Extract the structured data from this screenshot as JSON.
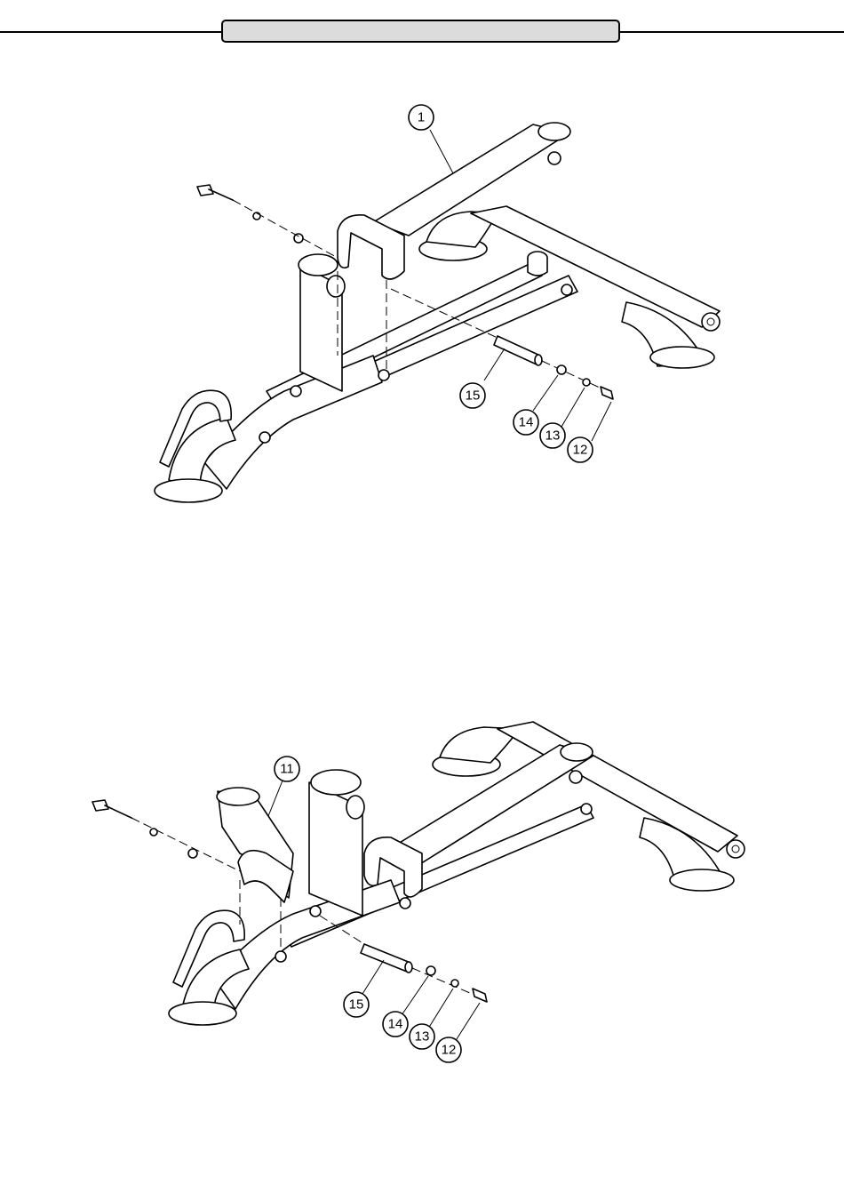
{
  "header": {
    "title": ""
  },
  "top_diagram": {
    "callouts": [
      {
        "id": "c1",
        "label": "1"
      },
      {
        "id": "c15",
        "label": "15"
      },
      {
        "id": "c14",
        "label": "14"
      },
      {
        "id": "c13",
        "label": "13"
      },
      {
        "id": "c12",
        "label": "12"
      }
    ]
  },
  "bottom_diagram": {
    "callouts": [
      {
        "id": "c11",
        "label": "11"
      },
      {
        "id": "c15",
        "label": "15"
      },
      {
        "id": "c14",
        "label": "14"
      },
      {
        "id": "c13",
        "label": "13"
      },
      {
        "id": "c12",
        "label": "12"
      }
    ]
  }
}
